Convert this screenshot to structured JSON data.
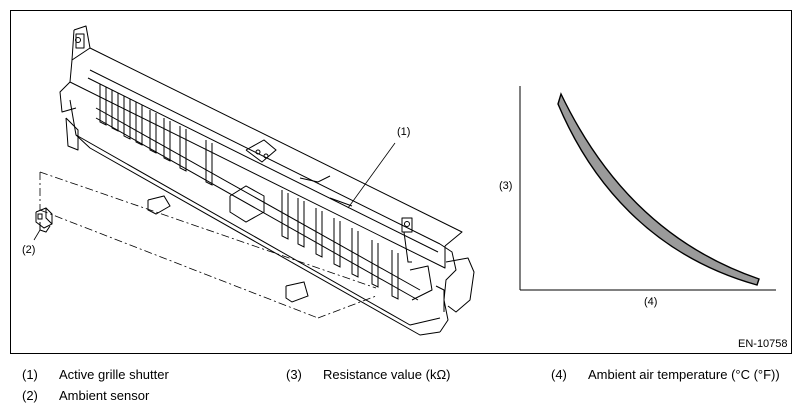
{
  "figure": {
    "code": "EN-10758",
    "callouts": {
      "grille": "(1)",
      "sensor": "(2)",
      "resistance_axis": "(3)",
      "temperature_axis": "(4)"
    }
  },
  "legend": [
    {
      "num": "(1)",
      "text": "Active grille shutter"
    },
    {
      "num": "(2)",
      "text": "Ambient sensor"
    },
    {
      "num": "(3)",
      "text": "Resistance value (kΩ)"
    },
    {
      "num": "(4)",
      "text": "Ambient air temperature (°C (°F))"
    }
  ],
  "graph": {
    "curve": "decreasing",
    "band_fill": "#9a9a9a"
  }
}
